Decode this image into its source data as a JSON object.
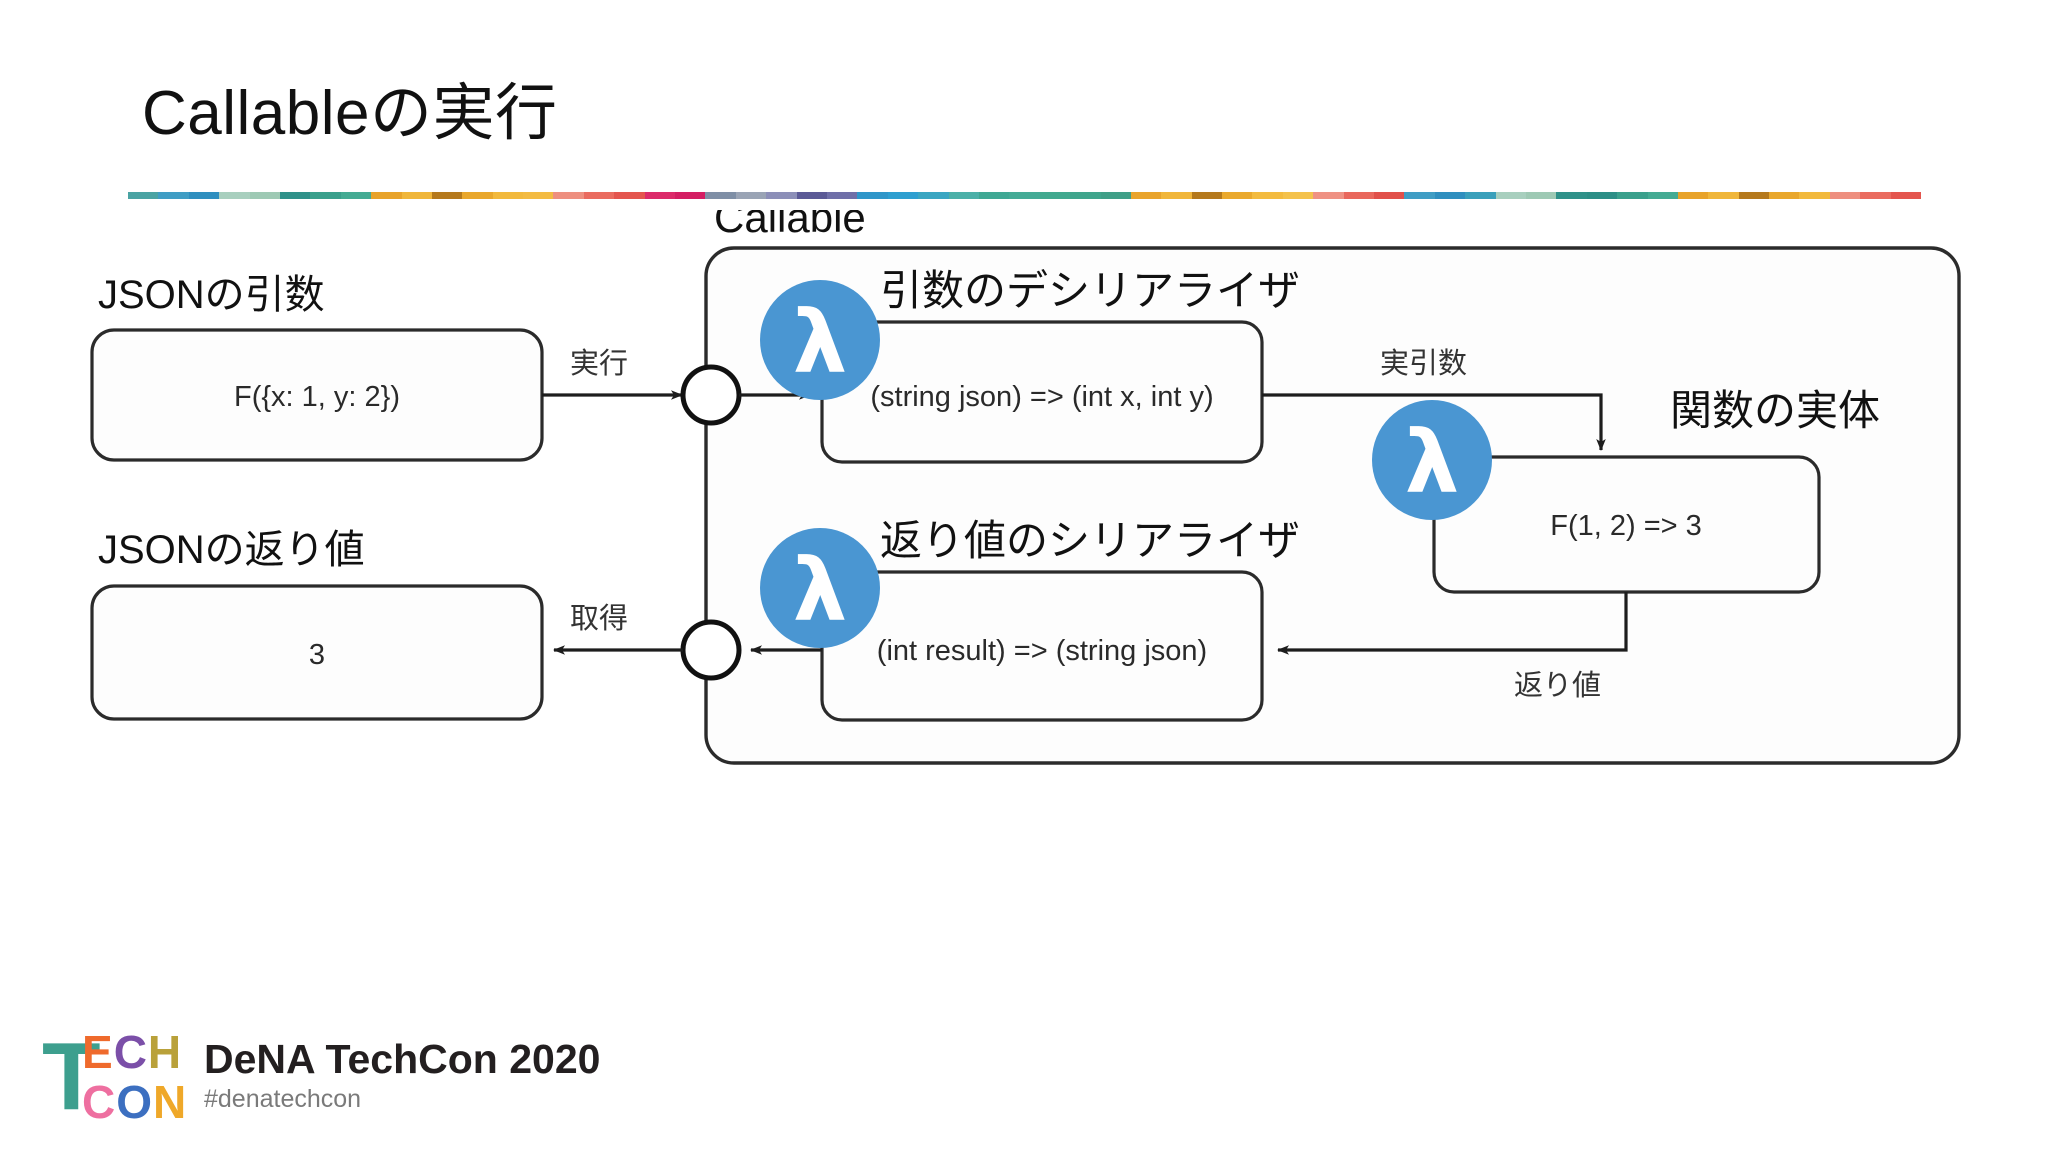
{
  "slide": {
    "title": "Callableの実行",
    "divider_colors": [
      "#4aa3a3",
      "#3f9dc4",
      "#2f8fbf",
      "#a8cfbe",
      "#9ec9b4",
      "#2f9189",
      "#3aa08c",
      "#44ab93",
      "#e8a32a",
      "#f0b63a",
      "#b5791c",
      "#e9a72c",
      "#f2b93c",
      "#f3bb42",
      "#ee8f7f",
      "#ea6b5f",
      "#e4554e",
      "#dc2a6a",
      "#d41e63",
      "#7f8fa6",
      "#9aa4b5",
      "#8c8fb8",
      "#5b5a96",
      "#6f6fa8",
      "#2f96c9",
      "#2e9fd0",
      "#3aa6c2",
      "#4bb0a8",
      "#3fa894",
      "#44ab96",
      "#41a98f",
      "#3fa58c",
      "#3f9f87",
      "#e9a42c",
      "#f1b63a",
      "#b5791c",
      "#eaa92d",
      "#f3bb3f",
      "#f4c24c",
      "#ef9183",
      "#e9675c",
      "#e1504a",
      "#3f9dc4",
      "#2f8fbf",
      "#3aa0bb",
      "#a8cfbe",
      "#9ec9b4",
      "#2f9189",
      "#2c8e86",
      "#3aa08c",
      "#44ab93",
      "#e8a32a",
      "#f0b63a",
      "#b5791c",
      "#e9a72c",
      "#f2b93c",
      "#ee8f7f",
      "#ea6b5f",
      "#e4554e"
    ]
  },
  "diagram": {
    "callable": {
      "title": "Callable"
    },
    "json_args": {
      "label": "JSONの引数",
      "value": "F({x: 1, y: 2})"
    },
    "json_return": {
      "label": "JSONの返り値",
      "value": "3"
    },
    "deserializer": {
      "label": "引数のデシリアライザ",
      "signature": "(string json) => (int x, int y)",
      "icon": "lambda-icon"
    },
    "serializer": {
      "label": "返り値のシリアライザ",
      "signature": "(int result) => (string json)",
      "icon": "lambda-icon"
    },
    "function_body": {
      "label": "関数の実体",
      "value": "F(1, 2) => 3",
      "icon": "lambda-icon"
    },
    "edges": {
      "invoke": "実行",
      "retrieve": "取得",
      "actual_args": "実引数",
      "return_value": "返り値"
    },
    "lambda_glyph": "λ",
    "lambda_color": "#4a96d2"
  },
  "footer": {
    "logo": {
      "big_t": "T",
      "top_letters": [
        {
          "char": "E",
          "color": "#ef6a2c"
        },
        {
          "char": "C",
          "color": "#7b4fa8"
        },
        {
          "char": "H",
          "color": "#b9a13a"
        }
      ],
      "bottom_letters": [
        {
          "char": "C",
          "color": "#ee6fa0"
        },
        {
          "char": "O",
          "color": "#3c6fc0"
        },
        {
          "char": "N",
          "color": "#efa829"
        }
      ],
      "big_t_color": "#3d9f8e"
    },
    "title": "DeNA TechCon 2020",
    "hashtag": "#denatechcon"
  }
}
